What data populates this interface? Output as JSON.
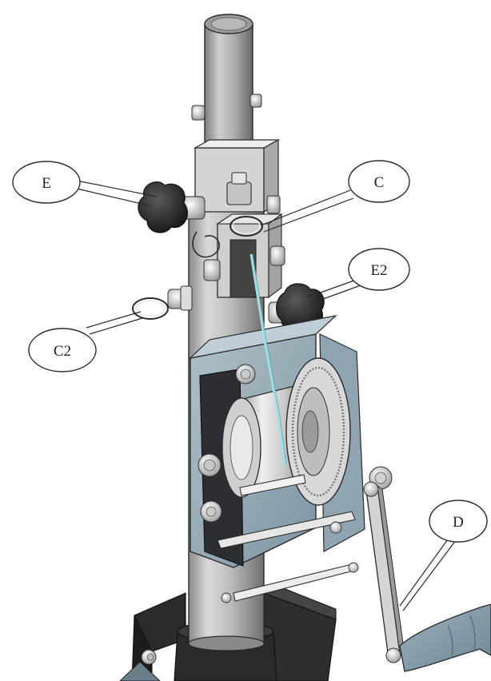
{
  "callouts": {
    "E": "E",
    "C": "C",
    "E2": "E2",
    "C2": "C2",
    "D": "D"
  },
  "colors": {
    "metal_light": "#e2e2e2",
    "metal_mid": "#b9b9b9",
    "metal_dark": "#7d7d7d",
    "plate_blue": "#8fa4b0",
    "knob_black": "#262626",
    "base_black": "#2b2b2b",
    "cable_cyan": "#9fe0e6",
    "outline": "#2a2a2a"
  },
  "icons": [
    "tripod-base",
    "mast-tube",
    "winch-drum",
    "crank-handle",
    "locking-knob",
    "ring-pin"
  ]
}
